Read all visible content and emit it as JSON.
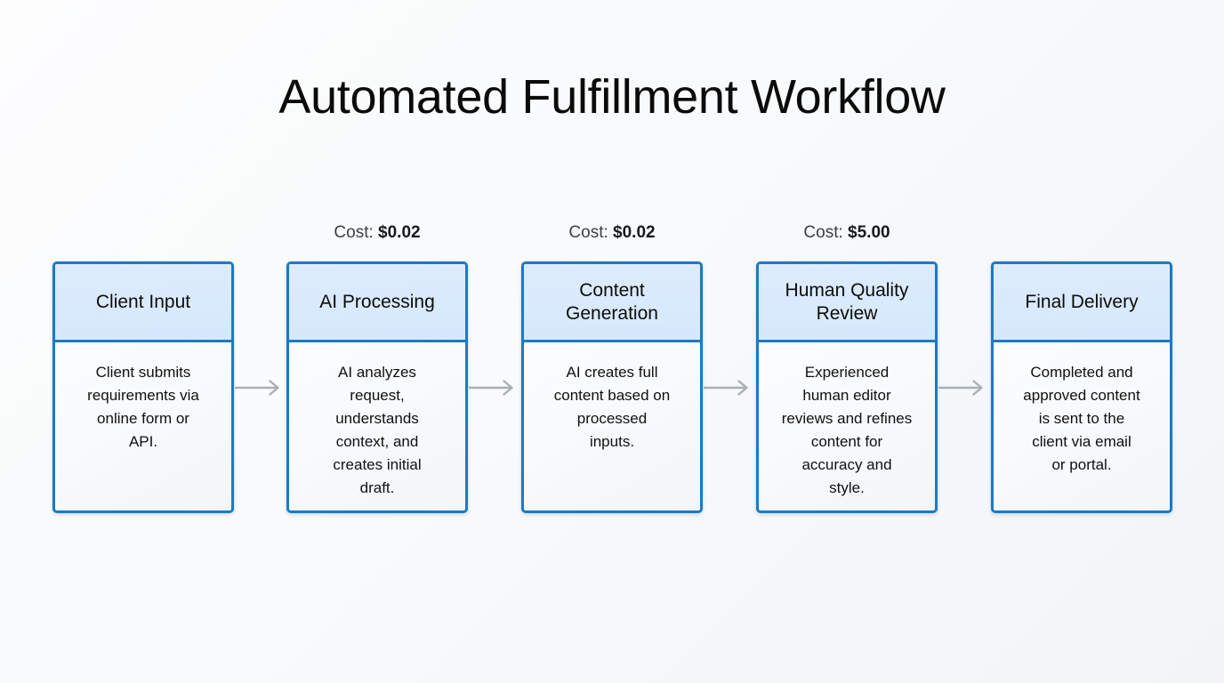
{
  "diagram": {
    "title": "Automated Fulfillment Workflow",
    "type": "flowchart",
    "orientation": "left-to-right",
    "background_color": "#f8fafb",
    "accent_color": "#1c7ac4",
    "header_fill_color": "#d8eafb",
    "connector_color": "#aab0b6",
    "node_count": 5,
    "connector_count": 4,
    "nodes": [
      {
        "id": "client-input",
        "title": "Client Input",
        "description": "Client submits\nrequirements via\nonline form or\nAPI.",
        "cost_label": "",
        "cost_prefix": "",
        "cost_value": ""
      },
      {
        "id": "ai-processing",
        "title": "AI Processing",
        "description": "AI analyzes\nrequest,\nunderstands\ncontext, and\ncreates initial\ndraft.",
        "cost_label": "Cost: $0.02",
        "cost_prefix": "Cost:",
        "cost_value": "$0.02"
      },
      {
        "id": "content-generation",
        "title": "Content\nGeneration",
        "description": "AI creates full\ncontent based on\nprocessed\ninputs.",
        "cost_label": "Cost: $0.02",
        "cost_prefix": "Cost:",
        "cost_value": "$0.02"
      },
      {
        "id": "human-quality-review",
        "title": "Human Quality\nReview",
        "description": "Experienced\nhuman editor\nreviews and refines\ncontent for\naccuracy and\nstyle.",
        "cost_label": "Cost: $5.00",
        "cost_prefix": "Cost:",
        "cost_value": "$5.00"
      },
      {
        "id": "final-delivery",
        "title": "Final Delivery",
        "description": "Completed and\napproved content\nis sent to the\nclient via email\nor portal.",
        "cost_label": "",
        "cost_prefix": "",
        "cost_value": ""
      }
    ],
    "costs": {
      "ai_processing": "$0.02",
      "content_generation": "$0.02",
      "human_quality_review": "$5.00",
      "label_prefix": "Cost:"
    },
    "icons": {
      "connector": "arrow-right-icon"
    }
  }
}
